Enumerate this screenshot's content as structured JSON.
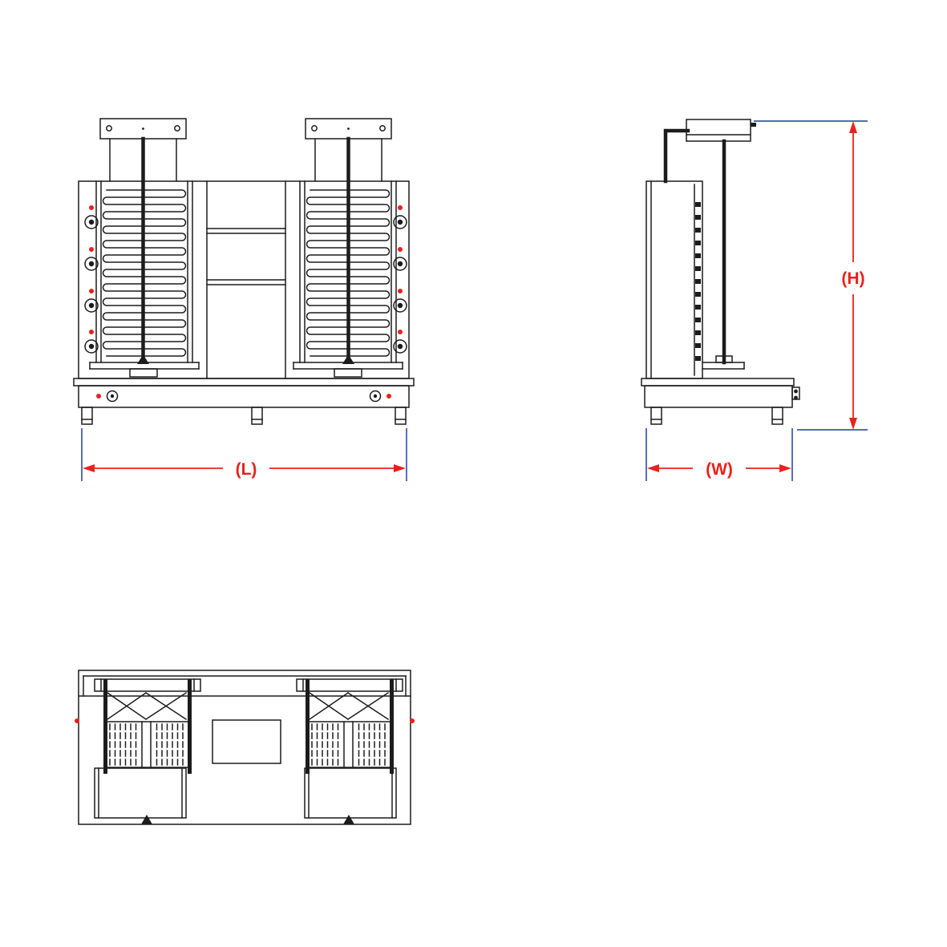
{
  "drawing": {
    "labels": {
      "length": "(L)",
      "width": "(W)",
      "height": "(H)"
    },
    "colors": {
      "red": "#e8211d",
      "blue": "#3a57aa",
      "black": "#1c1c1c",
      "background": "#ffffff"
    }
  }
}
